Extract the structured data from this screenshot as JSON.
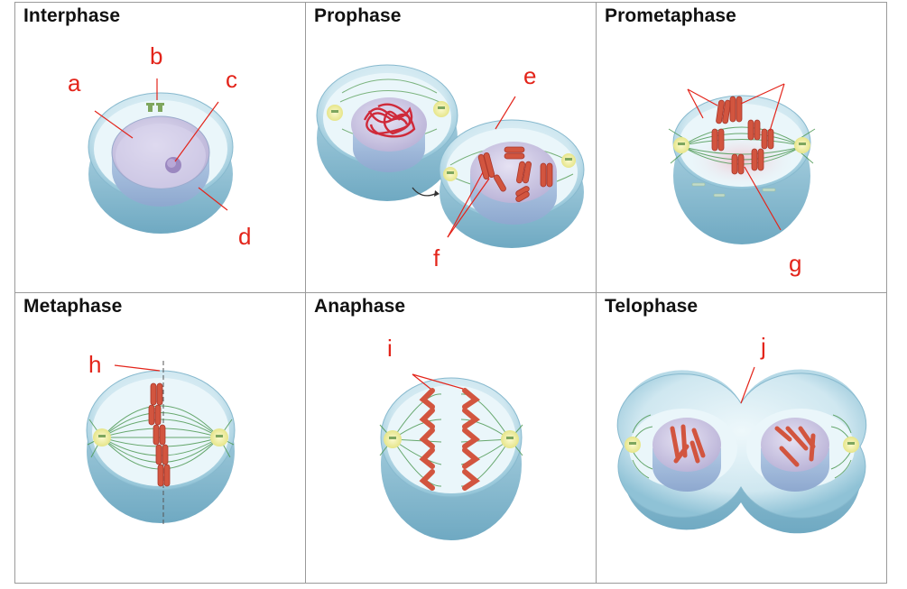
{
  "panels": [
    {
      "title": "Interphase",
      "labels": [
        "a",
        "b",
        "c",
        "d"
      ]
    },
    {
      "title": "Prophase",
      "labels": [
        "e",
        "f"
      ]
    },
    {
      "title": "Prometaphase",
      "labels": [
        "g"
      ]
    },
    {
      "title": "Metaphase",
      "labels": [
        "h"
      ]
    },
    {
      "title": "Anaphase",
      "labels": [
        "i"
      ]
    },
    {
      "title": "Telophase",
      "labels": [
        "j"
      ]
    }
  ],
  "colors": {
    "label": "#e3241a",
    "cell_outer": "#a9d3e3",
    "cell_inner": "#e8f4f8",
    "nucleus": "#c9c3e0",
    "chromosome": "#d2553f",
    "spindle": "#4f9a55",
    "centrosome": "#f3f0a8"
  }
}
